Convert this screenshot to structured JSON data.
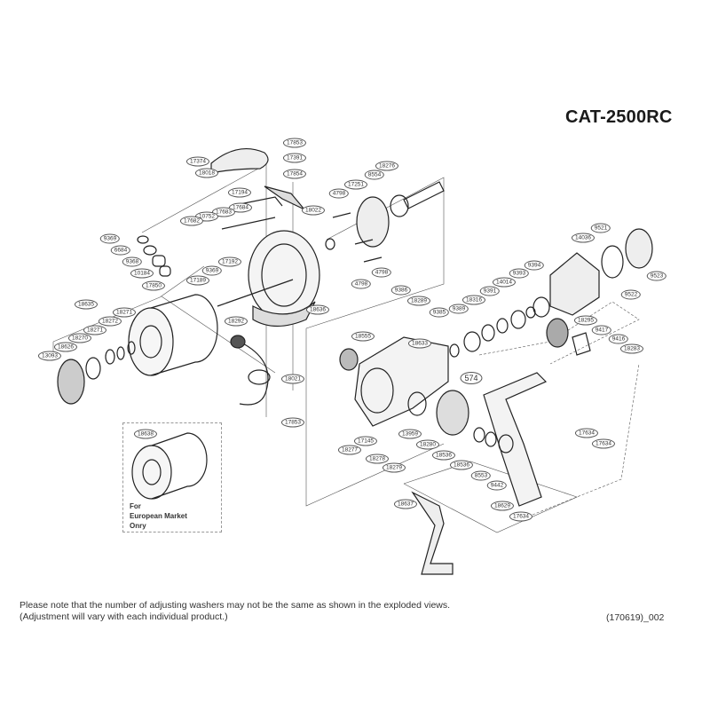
{
  "title": "CAT-2500RC",
  "part_labels": [
    "17853",
    "17374",
    "18018",
    "17391",
    "17854",
    "17194",
    "17684",
    "17683",
    "10752",
    "17682",
    "18022",
    "9369",
    "6684",
    "9368",
    "10184",
    "17850",
    "17189",
    "9369",
    "17192",
    "18292",
    "18635",
    "18271",
    "18272",
    "18271",
    "18270",
    "18626",
    "13093",
    "18021",
    "17853",
    "18636",
    "18276",
    "8554",
    "17251",
    "4798",
    "4798",
    "4798",
    "9386",
    "18289",
    "9385",
    "9389",
    "18316",
    "9391",
    "14014",
    "9393",
    "9394",
    "14036",
    "9521",
    "9523",
    "9522",
    "18295",
    "9417",
    "9416",
    "18283",
    "18555",
    "18633",
    "574",
    "18638",
    "17145",
    "18277",
    "18278",
    "18279",
    "13959",
    "18280",
    "18536",
    "18536",
    "8553",
    "9442",
    "18629",
    "17634",
    "17634",
    "17634",
    "18637"
  ],
  "inset": {
    "line1": "For",
    "line2": "European Market",
    "line3": "Onry"
  },
  "note": {
    "line1": "Please note that the number of adjusting washers may not be the same as shown in the exploded views.",
    "line2": "(Adjustment will vary with each individual product.)"
  },
  "code": "(170619)_002"
}
